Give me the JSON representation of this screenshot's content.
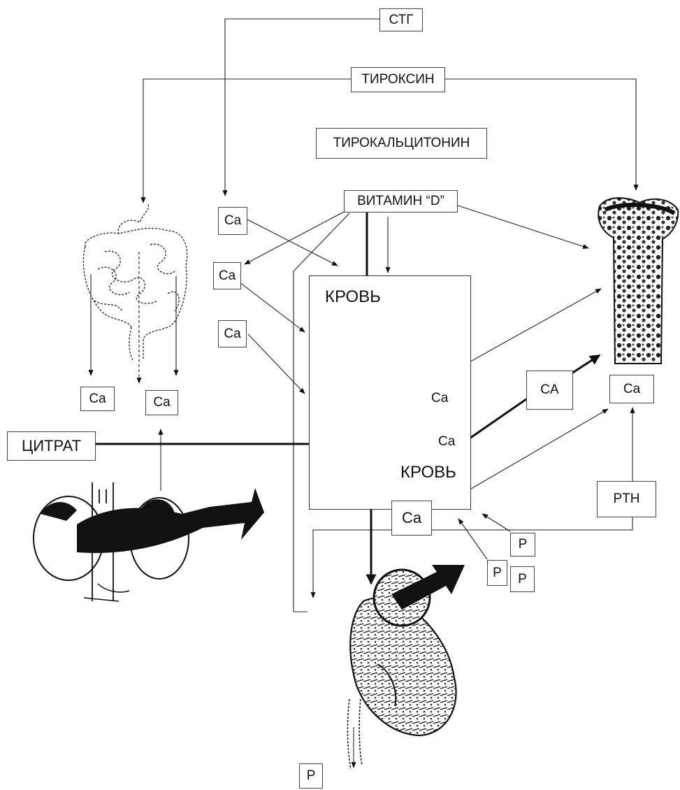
{
  "hormones": {
    "stg": "СТГ",
    "thyroxine": "ТИРОКСИН",
    "thyrocalcitonin": "ТИРОКАЛЬЦИТОНИН",
    "vitamin_d": "ВИТАМИН “D”",
    "pth": "PTH"
  },
  "blood": {
    "label_top": "КРОВЬ",
    "label_bottom": "КРОВЬ",
    "ca_upper": "Ca",
    "ca_lower": "Ca"
  },
  "citrate": "ЦИТРАТ",
  "ca_labels": {
    "ca_stg": "Ca",
    "ca_left_mid": "Ca",
    "ca_left_low": "Ca",
    "ca_intestine_left": "Ca",
    "ca_intestine_right": "Ca",
    "ca_bone": "Ca",
    "ca_kidney": "Ca",
    "ca_arrow": "CA"
  },
  "p_labels": {
    "p_top": "P",
    "p_left": "P",
    "p_right": "P",
    "p_bottom": "P"
  },
  "organs": [
    "intestine-icon",
    "bone-icon",
    "adrenal-kidneys-icon",
    "kidney-icon"
  ]
}
